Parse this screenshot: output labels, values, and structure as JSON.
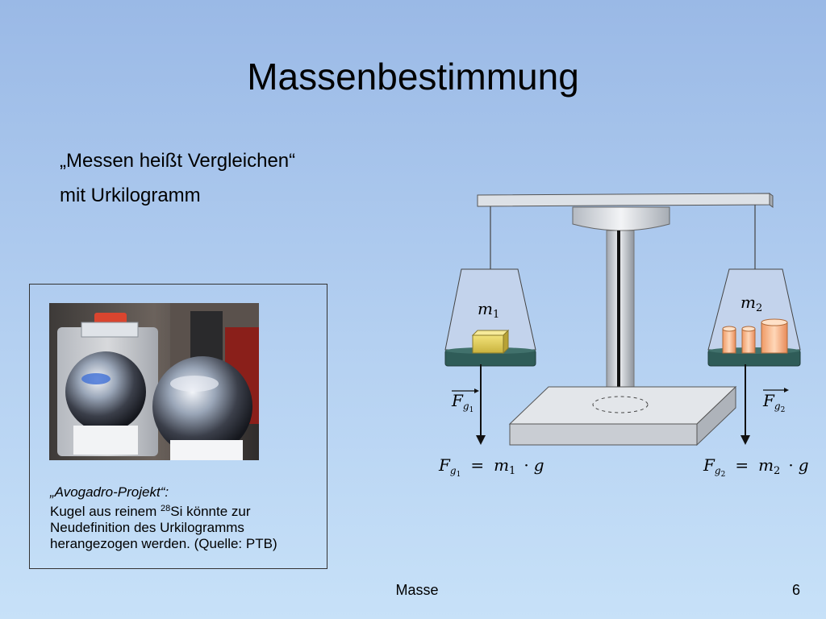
{
  "slide": {
    "title": "Massenbestimmung",
    "subtitle_line1": "„Messen heißt Vergleichen“",
    "subtitle_line2": "mit Urkilogramm"
  },
  "photo_caption": {
    "line1": "„Avogadro-Projekt“:",
    "line2_pre": "Kugel aus reinem ",
    "line2_sup": "28",
    "line2_post": "Si könnte zur",
    "line3": "Neudefinition des Urkilogramms",
    "line4": "herangezogen werden. (Quelle: PTB)"
  },
  "balance": {
    "mass_left": {
      "sym": "m",
      "sub": "1"
    },
    "mass_right": {
      "sym": "m",
      "sub": "2"
    },
    "force_left": {
      "sym": "F",
      "sub": "g",
      "subsub": "1"
    },
    "force_right": {
      "sym": "F",
      "sub": "g",
      "subsub": "2"
    },
    "equation_left": {
      "eq": "=",
      "m": "m",
      "msub": "1",
      "dot": "·",
      "g": "g"
    },
    "equation_right": {
      "eq": "=",
      "m": "m",
      "msub": "2",
      "dot": "·",
      "g": "g"
    }
  },
  "footer": {
    "topic": "Masse",
    "page": "6"
  },
  "colors": {
    "pan": "#2f5c58",
    "block": "#e8d35a",
    "cylinder": "#f7b98a",
    "beam": "#d9dde2"
  }
}
